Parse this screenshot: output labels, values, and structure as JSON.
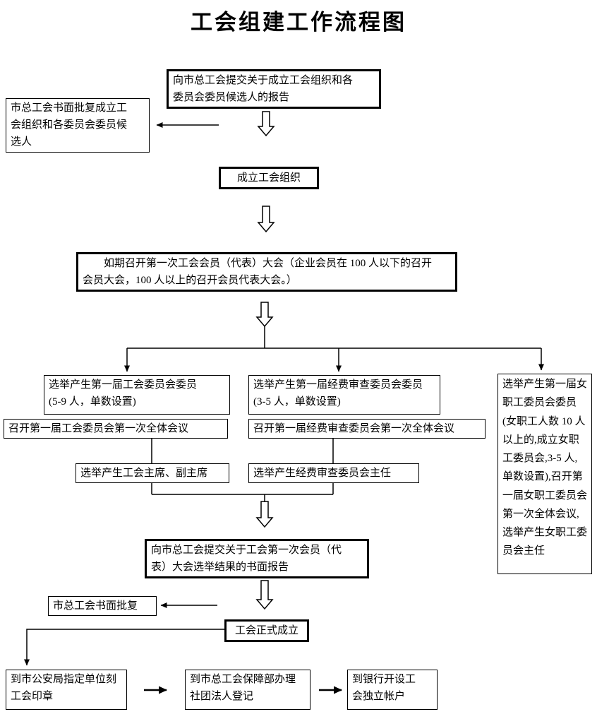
{
  "title": "工会组建工作流程图",
  "nodes": {
    "submit_report": "向市总工会提交关于成立工会组织和各\n委员会委员候选人的报告",
    "approval_establish": "市总工会书面批复成立工\n会组织和各委员会委员候\n选人",
    "establish_union": "成立工会组织",
    "first_congress": "如期召开第一次工会会员（代表）大会（企业会员在 100 人以下的召开\n会员大会，100 人以上的召开会员代表大会。）",
    "elect_union_committee": "选举产生第一届工会委员会委员\n(5-9 人，单数设置)",
    "union_committee_first_meeting": "召开第一届工会委员会第一次全体会议",
    "elect_chairman": "选举产生工会主席、副主席",
    "elect_fund_committee": "选举产生第一届经费审查委员会委员\n(3-5 人，单数设置)",
    "fund_committee_first_meeting": "召开第一届经费审查委员会第一次全体会议",
    "elect_fund_director": "选举产生经费审查委员会主任",
    "women_committee": "选举产生第一届女职工委员会委员(女职工人数 10 人以上的,成立女职工委员会,3-5 人,单数设置),召开第一届女职工委员会第一次全体会议,选举产生女职工委员会主任",
    "submit_election_report": "向市总工会提交关于工会第一次会员（代\n表）大会选举结果的书面报告",
    "written_approval": "市总工会书面批复",
    "union_established": "工会正式成立",
    "make_seal": "到市公安局指定单位刻\n工会印章",
    "legal_registration": "到市总工会保障部办理\n社团法人登记",
    "bank_account": "到银行开设工\n会独立帐户"
  }
}
